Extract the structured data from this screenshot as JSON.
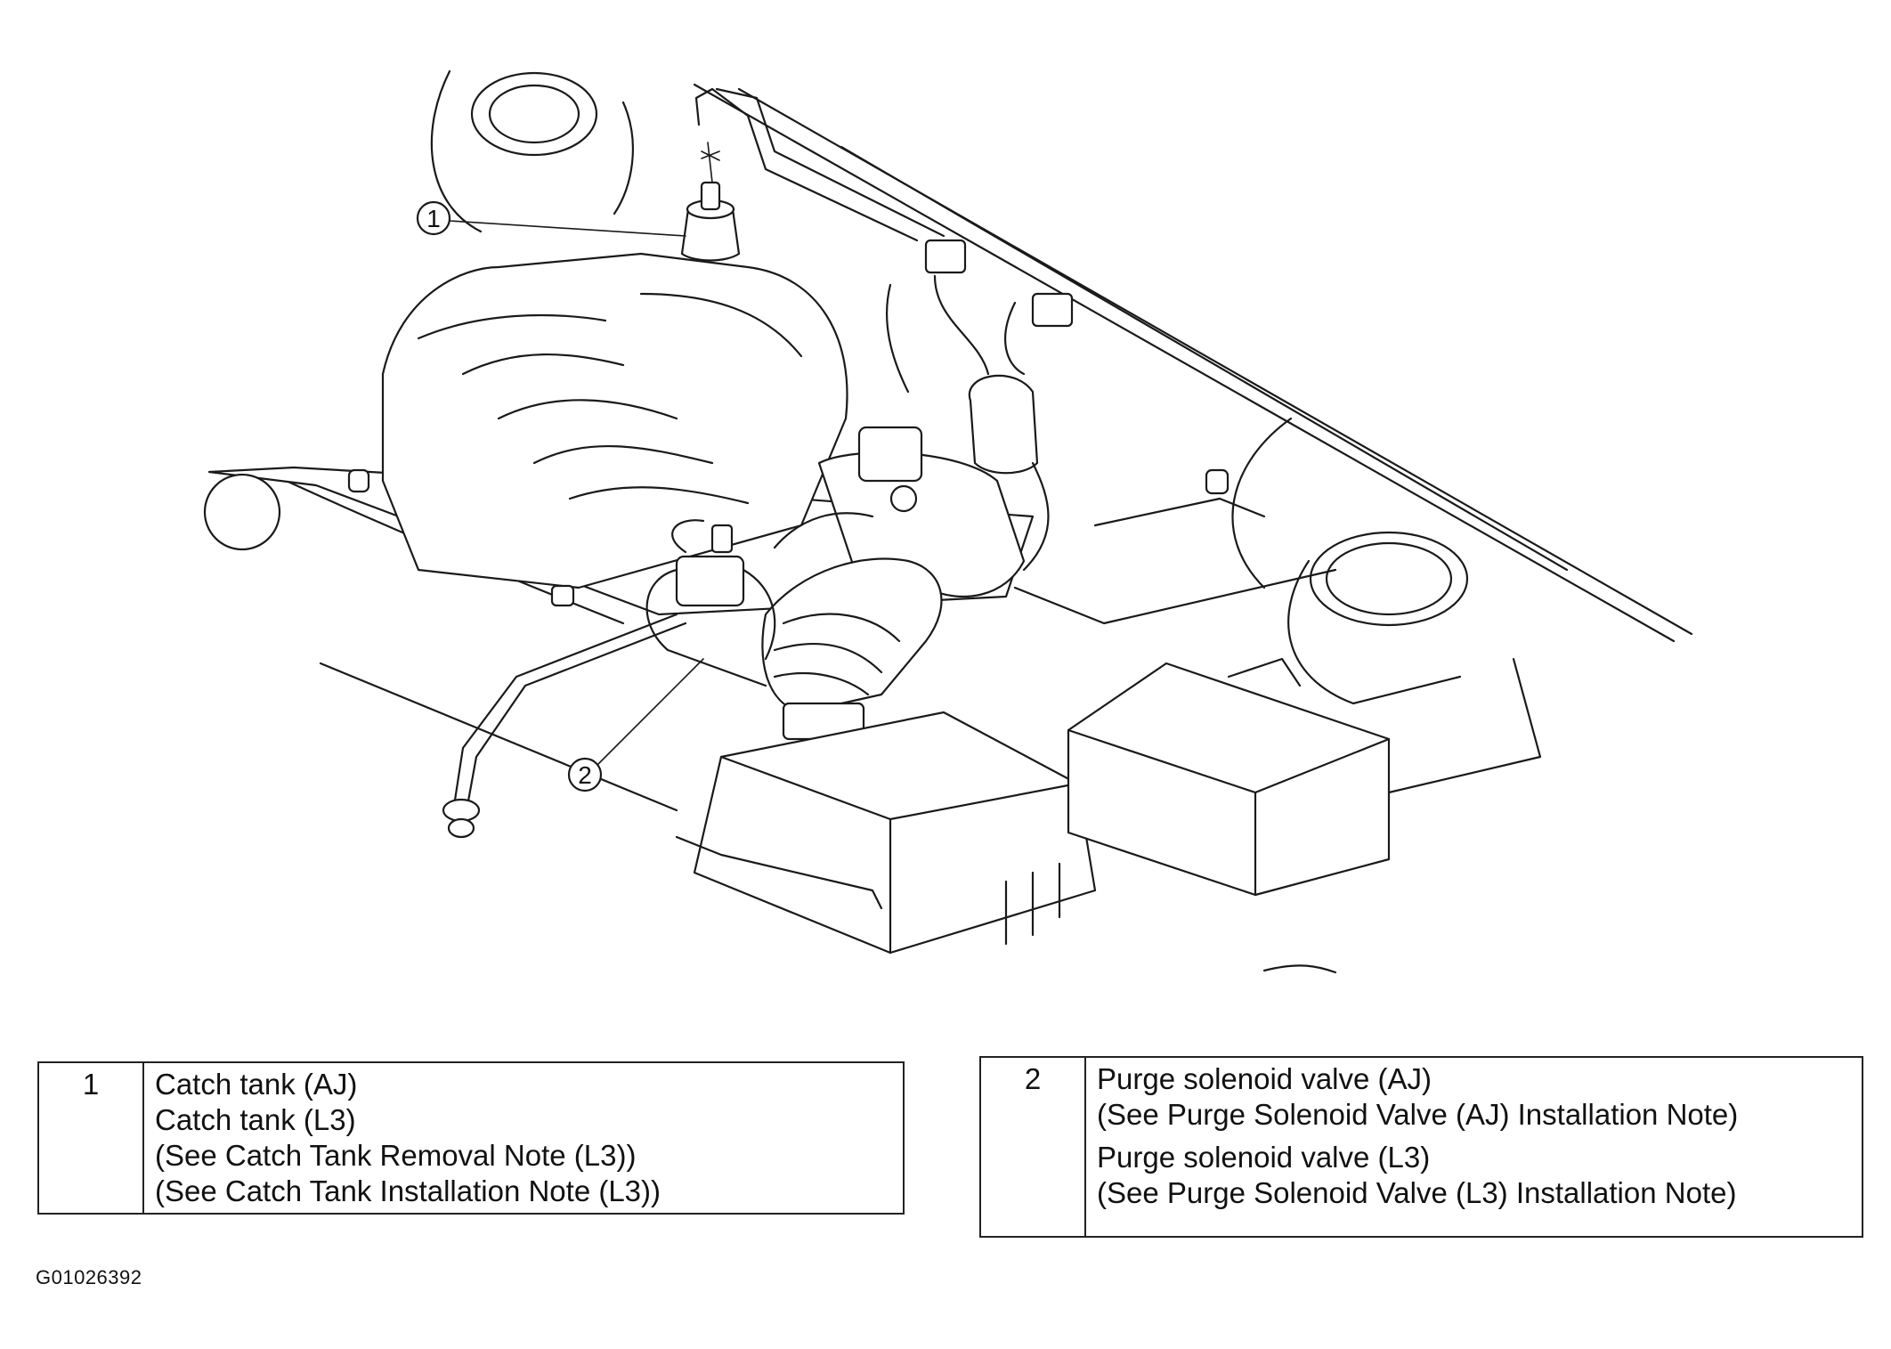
{
  "figure": {
    "code": "G01026392",
    "callouts": [
      {
        "number": "1",
        "part": "catch-tank"
      },
      {
        "number": "2",
        "part": "purge-solenoid-valve"
      }
    ]
  },
  "legend": [
    {
      "number": "1",
      "lines": [
        "Catch tank (AJ)",
        "Catch tank (L3)",
        "(See Catch Tank Removal Note (L3))",
        "(See Catch Tank Installation Note (L3))"
      ]
    },
    {
      "number": "2",
      "lines": [
        "Purge solenoid valve (AJ)",
        "(See Purge Solenoid Valve (AJ) Installation Note)",
        "Purge solenoid valve (L3)",
        "(See Purge Solenoid Valve (L3) Installation Note)"
      ]
    }
  ],
  "colors": {
    "line": "#1a1a1a",
    "background": "#ffffff"
  }
}
